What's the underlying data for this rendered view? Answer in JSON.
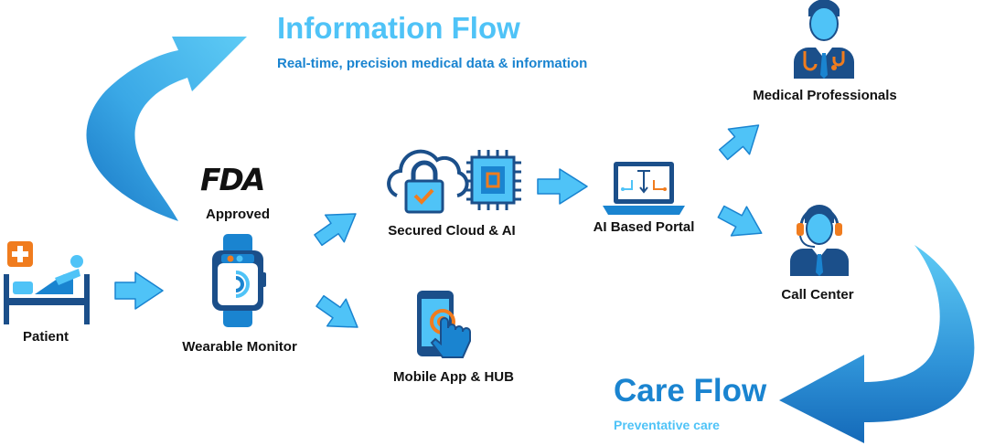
{
  "colors": {
    "primary": "#1a84d0",
    "light": "#4fc3f7",
    "flow_light": "#55c2f0",
    "flow_dark": "#1876c4",
    "orange": "#f07c1e",
    "dark": "#1b4f8a",
    "text": "#111111"
  },
  "information_flow": {
    "title": "Information Flow",
    "subtitle": "Real-time, precision medical data & information"
  },
  "care_flow": {
    "title": "Care Flow",
    "subtitle": "Preventative care"
  },
  "fda": {
    "logo_text": "FDA",
    "label": "Approved"
  },
  "nodes": {
    "patient": {
      "label": "Patient",
      "icon": "hospital-bed-icon"
    },
    "wearable": {
      "label": "Wearable Monitor",
      "icon": "smartwatch-icon"
    },
    "cloud": {
      "label": "Secured Cloud & AI",
      "icon": "secure-cloud-icon"
    },
    "mobile": {
      "label": "Mobile App & HUB",
      "icon": "smartphone-touch-icon"
    },
    "portal": {
      "label": "AI Based Portal",
      "icon": "laptop-icon"
    },
    "medical": {
      "label": "Medical Professionals",
      "icon": "doctor-icon"
    },
    "callcenter": {
      "label": "Call Center",
      "icon": "headset-agent-icon"
    }
  }
}
